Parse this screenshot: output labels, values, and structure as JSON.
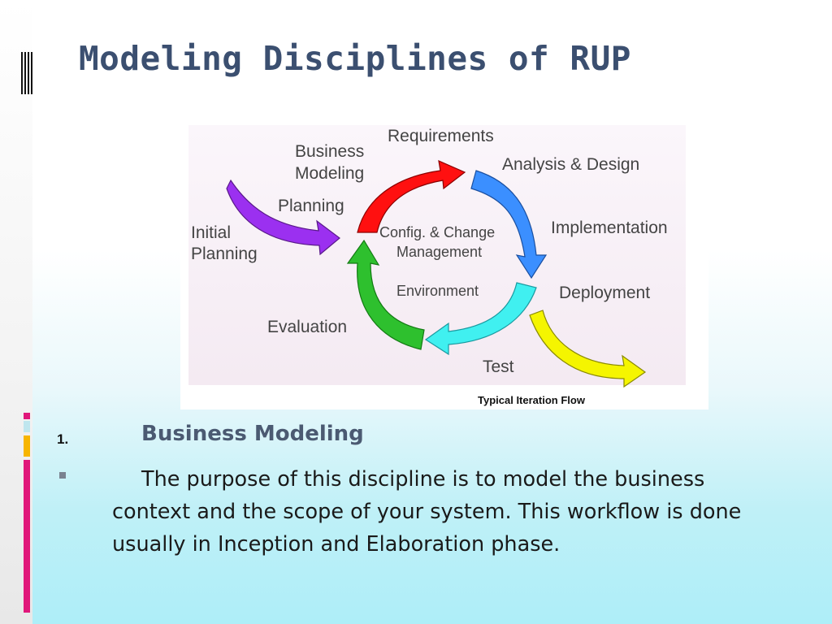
{
  "slide": {
    "title": "Modeling Disciplines of RUP"
  },
  "diagram": {
    "labels": {
      "requirements": "Requirements",
      "business_modeling_1": "Business",
      "business_modeling_2": "Modeling",
      "analysis_design": "Analysis & Design",
      "planning": "Planning",
      "initial_planning_1": "Initial",
      "initial_planning_2": "Planning",
      "config_1": "Config. & Change",
      "config_2": "Management",
      "implementation": "Implementation",
      "environment": "Environment",
      "deployment": "Deployment",
      "evaluation": "Evaluation",
      "test": "Test"
    },
    "caption": "Typical Iteration Flow",
    "colors": {
      "purple": "#9b30f0",
      "red": "#ff1010",
      "blue": "#3b8fff",
      "cyan": "#40f0f0",
      "green": "#2ec02e",
      "yellow": "#f5f500"
    }
  },
  "content": {
    "item_number": "1.",
    "item_heading": "Business Modeling",
    "bullet_text": "The purpose of this discipline is to model the business context and the scope of your system. This workflow is done usually in Inception and Elaboration phase."
  }
}
